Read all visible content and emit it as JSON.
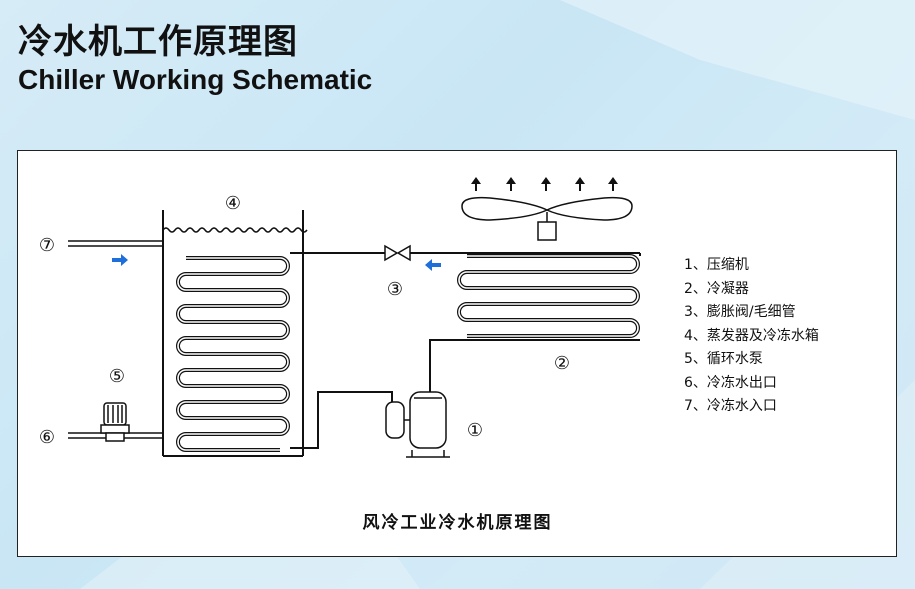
{
  "title_cn": "冷水机工作原理图",
  "title_en": "Chiller Working Schematic",
  "callouts": {
    "c1": "①",
    "c2": "②",
    "c3": "③",
    "c4": "④",
    "c5": "⑤",
    "c6": "⑥",
    "c7": "⑦"
  },
  "legend": [
    "1、压缩机",
    "2、冷凝器",
    "3、膨胀阀/毛细管",
    "4、蒸发器及冷冻水箱",
    "5、循环水泵",
    "6、冷冻水出口",
    "7、冷冻水入口"
  ],
  "caption": "风冷工业冷水机原理图",
  "colors": {
    "background": "#cfe7f4",
    "line": "#111111",
    "flow_arrow": "#1e6fd9"
  },
  "icons": [
    "up-arrow-icon",
    "fan-icon",
    "valve-icon",
    "pump-icon",
    "compressor-icon",
    "flow-arrow-icon"
  ]
}
